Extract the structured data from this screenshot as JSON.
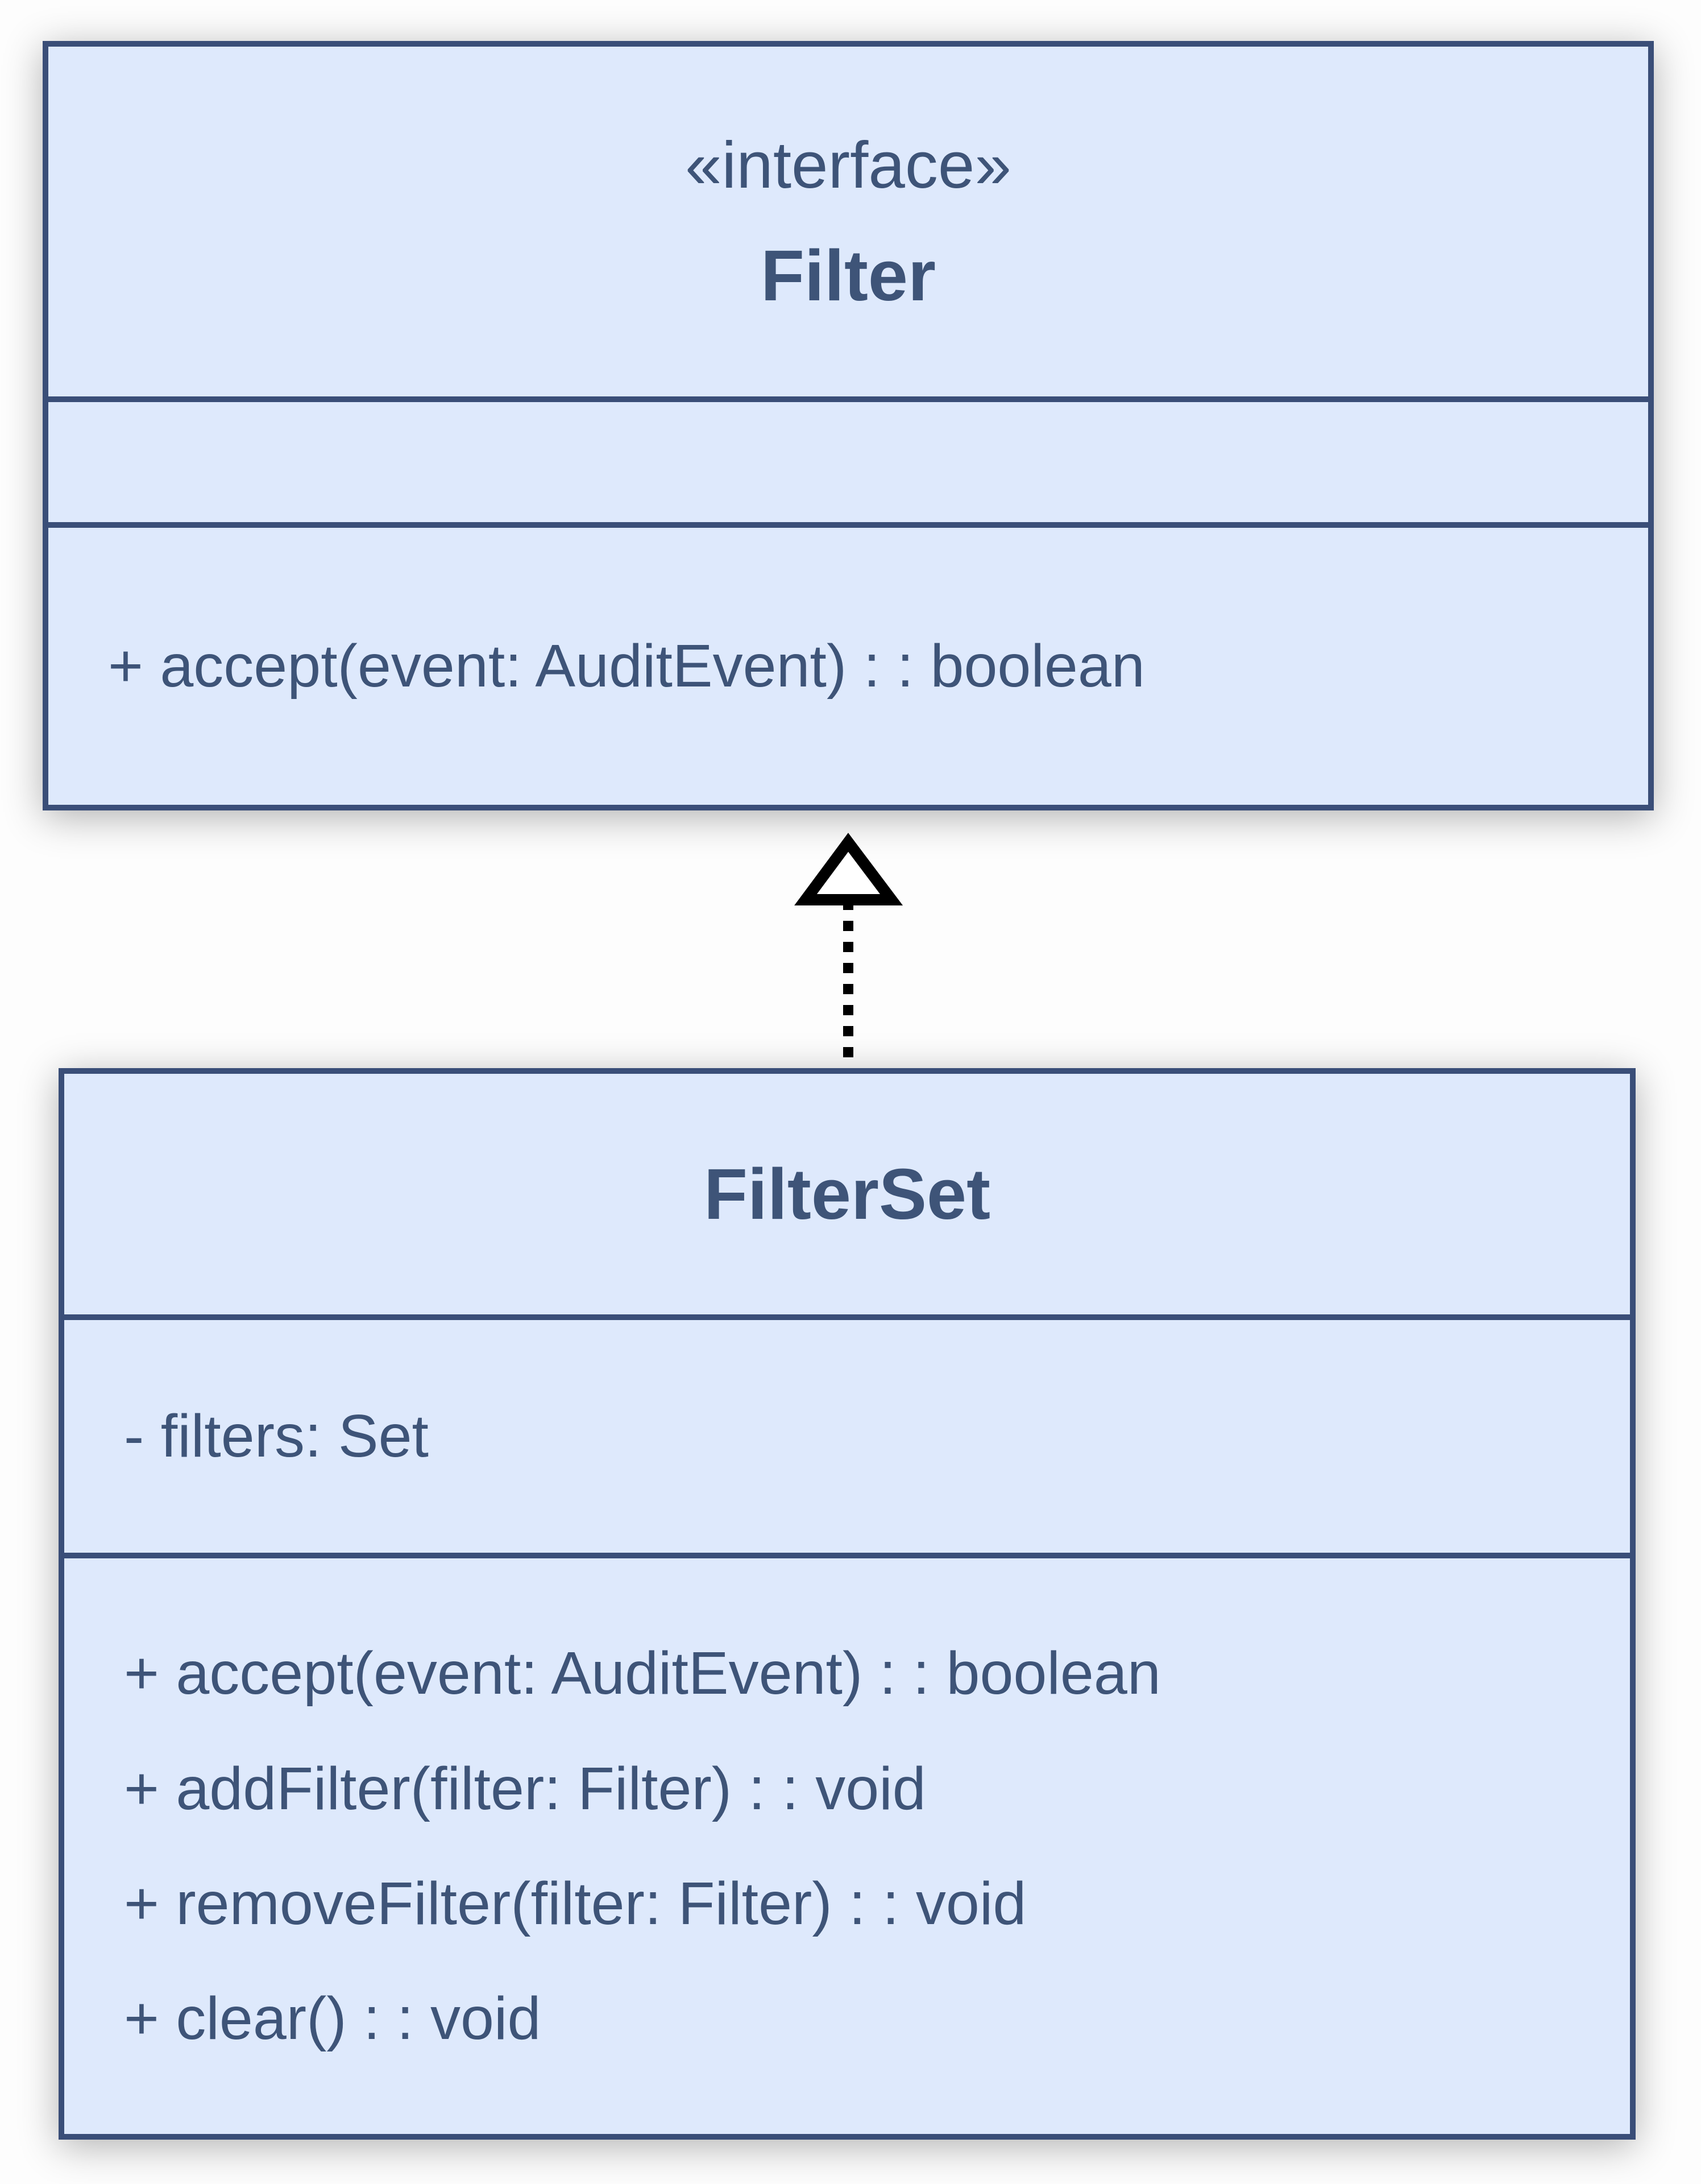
{
  "colors": {
    "page_background": "#fdfdfd",
    "box_fill": "#dee9fc",
    "box_border": "#3a4e78",
    "text": "#3e5478",
    "arrow": "#000000"
  },
  "interface_class": {
    "stereotype": "«interface»",
    "name": "Filter",
    "attributes": [],
    "methods": [
      "+ accept(event: AuditEvent) : : boolean"
    ]
  },
  "filterset_class": {
    "name": "FilterSet",
    "attributes": [
      "- filters: Set"
    ],
    "methods": [
      "+ accept(event: AuditEvent) : : boolean",
      "+ addFilter(filter: Filter) : : void",
      "+ removeFilter(filter: Filter) : : void",
      "+ clear() : : void"
    ]
  },
  "relationship": {
    "type": "realization",
    "from": "FilterSet",
    "to": "Filter",
    "line_style": "dashed",
    "arrowhead": "hollow-triangle"
  }
}
